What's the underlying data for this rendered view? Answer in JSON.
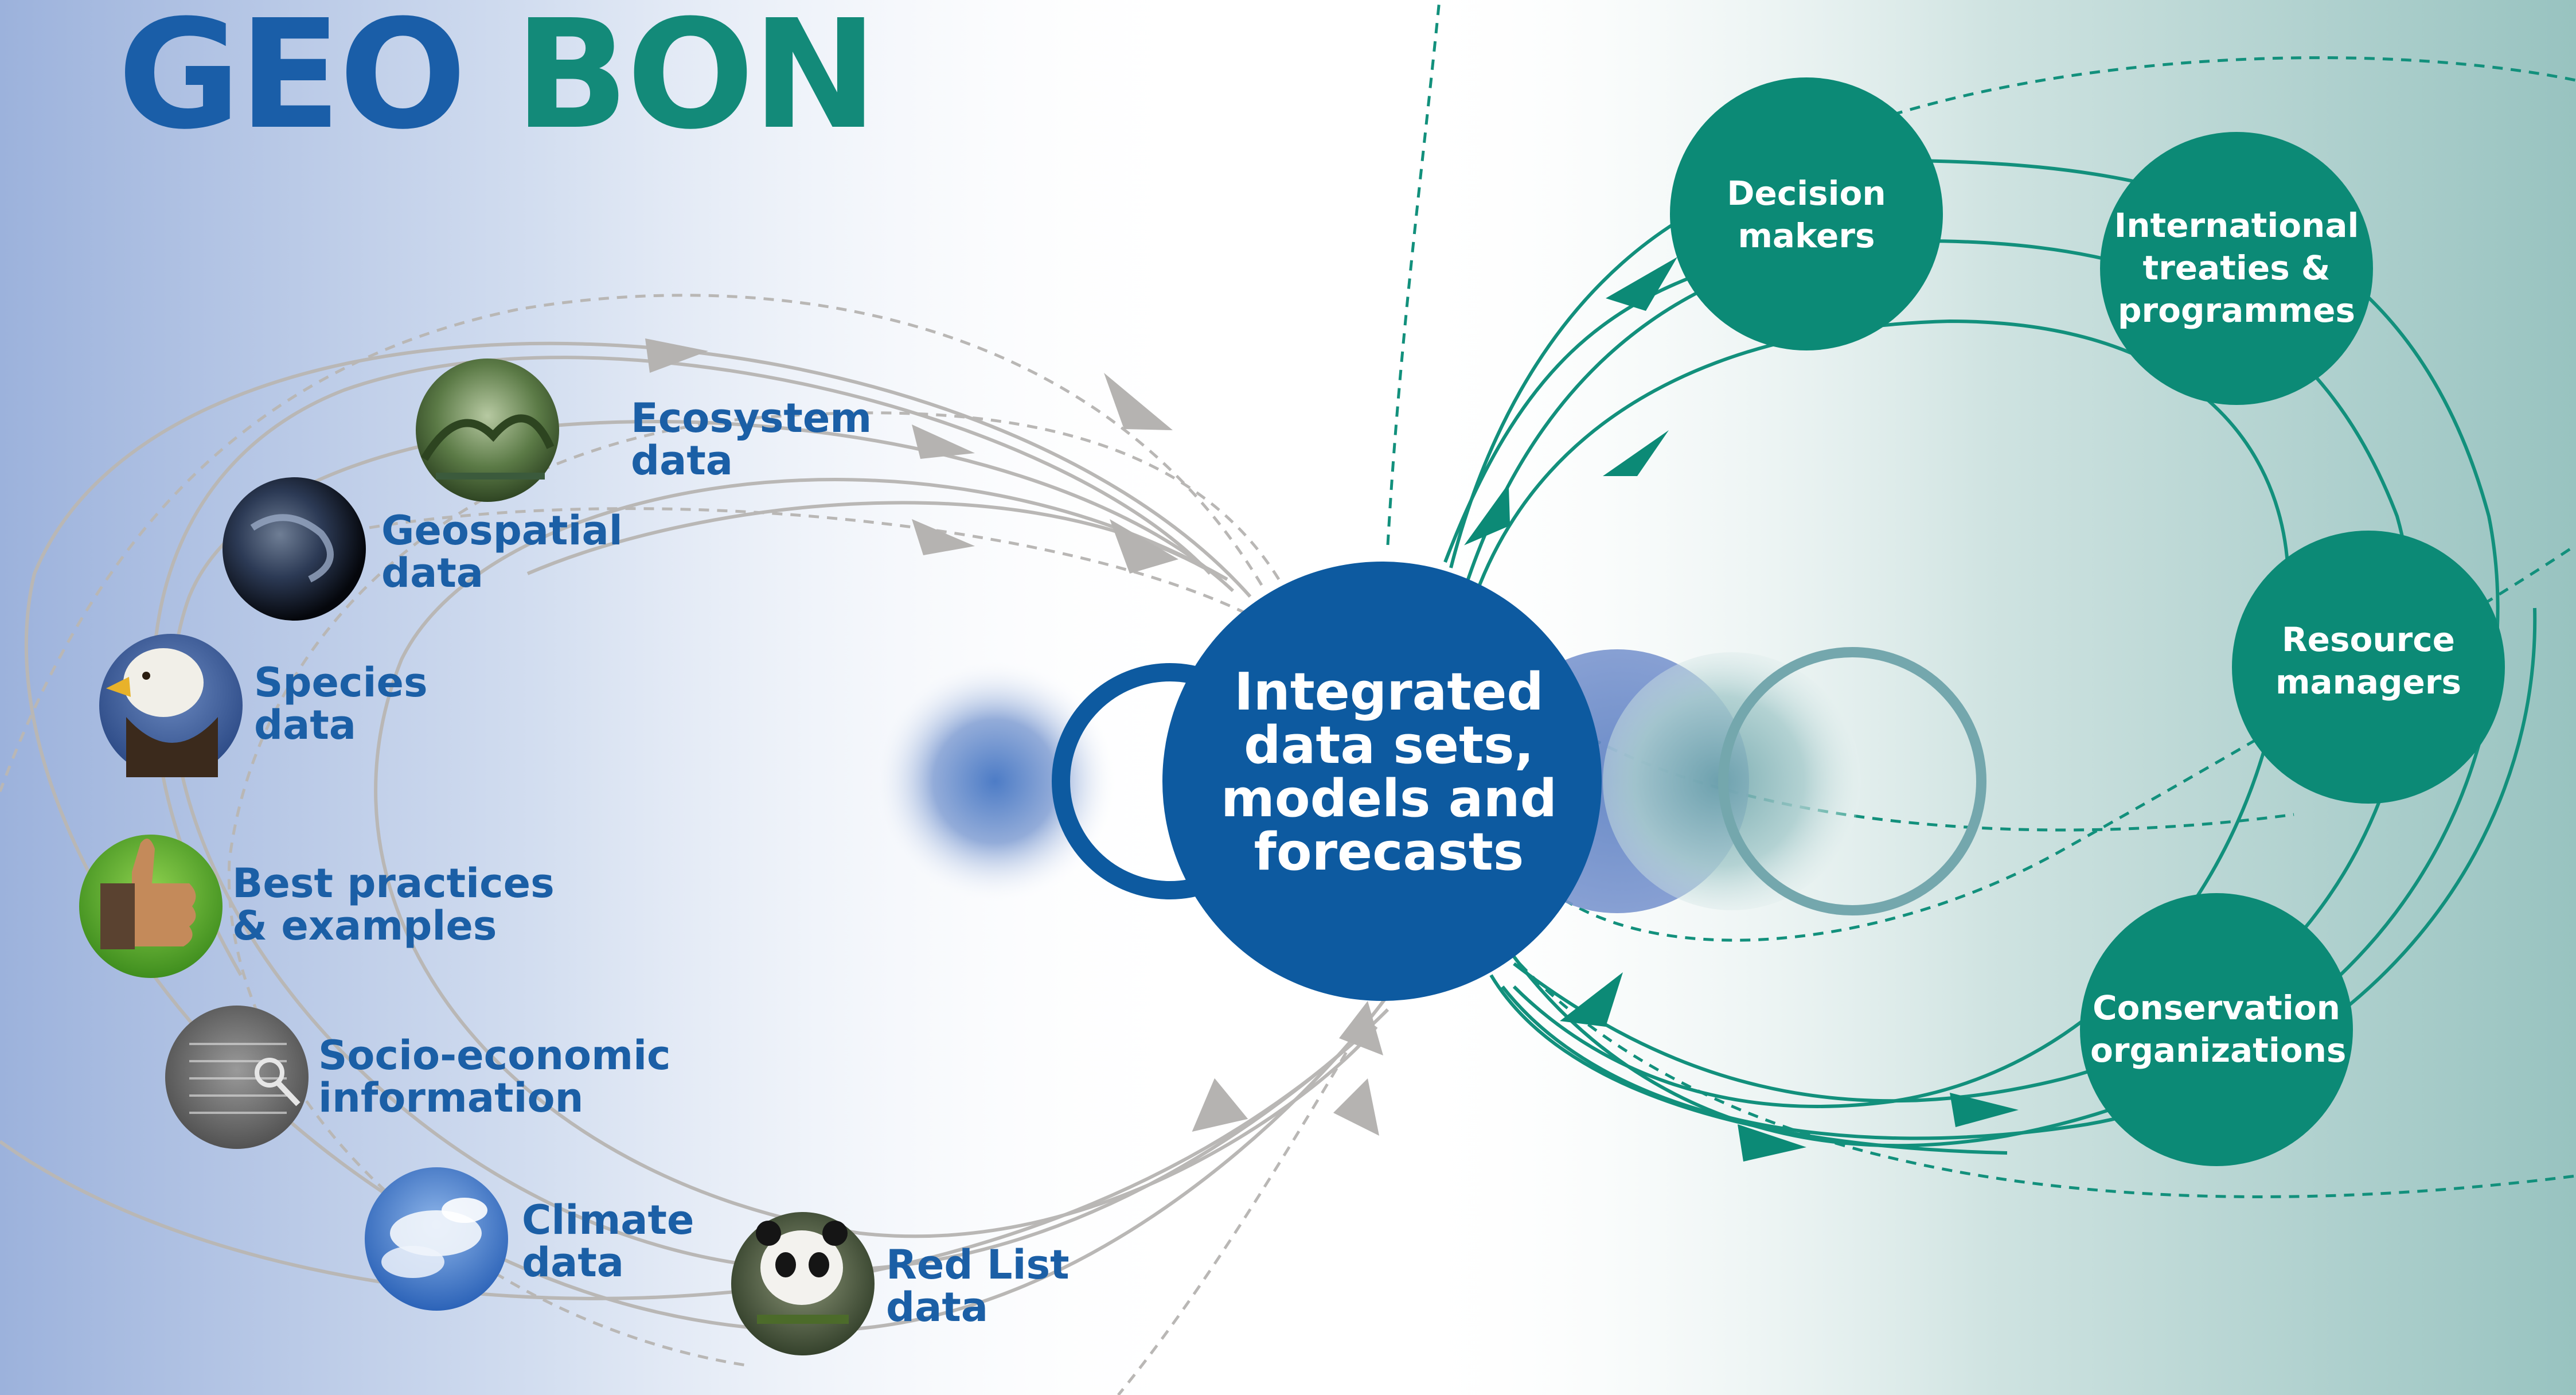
{
  "title": {
    "geo": "GEO",
    "bon": "BON"
  },
  "inputs": [
    {
      "id": "ecosystem",
      "lines": [
        "Ecosystem",
        "data"
      ],
      "icon": "forest-photo"
    },
    {
      "id": "geospatial",
      "lines": [
        "Geospatial",
        "data"
      ],
      "icon": "earth-photo"
    },
    {
      "id": "species",
      "lines": [
        "Species",
        "data"
      ],
      "icon": "eagle-photo"
    },
    {
      "id": "best-practices",
      "lines": [
        "Best practices",
        "& examples"
      ],
      "icon": "thumbs-up-photo"
    },
    {
      "id": "socio-economic",
      "lines": [
        "Socio-economic",
        "information"
      ],
      "icon": "magnifier-photo"
    },
    {
      "id": "climate",
      "lines": [
        "Climate",
        "data"
      ],
      "icon": "sky-clouds-photo"
    },
    {
      "id": "red-list",
      "lines": [
        "Red List",
        "data"
      ],
      "icon": "panda-photo"
    }
  ],
  "hub": {
    "lines": [
      "Integrated",
      "data sets,",
      "models and",
      "forecasts"
    ]
  },
  "outputs": [
    {
      "id": "decision-makers",
      "lines": [
        "Decision",
        "makers"
      ]
    },
    {
      "id": "international-treaties",
      "lines": [
        "International",
        "treaties &",
        "programmes"
      ]
    },
    {
      "id": "resource-managers",
      "lines": [
        "Resource",
        "managers"
      ]
    },
    {
      "id": "conservation-organizations",
      "lines": [
        "Conservation",
        "organizations"
      ]
    }
  ],
  "colors": {
    "blue": "#1a5ea8",
    "hub_blue": "#0d5aa0",
    "green": "#0c8a76",
    "grey_arrow": "#b5b3b1",
    "light_blue_bg": "#9db3dc",
    "teal_bg": "#9cc6c3"
  }
}
